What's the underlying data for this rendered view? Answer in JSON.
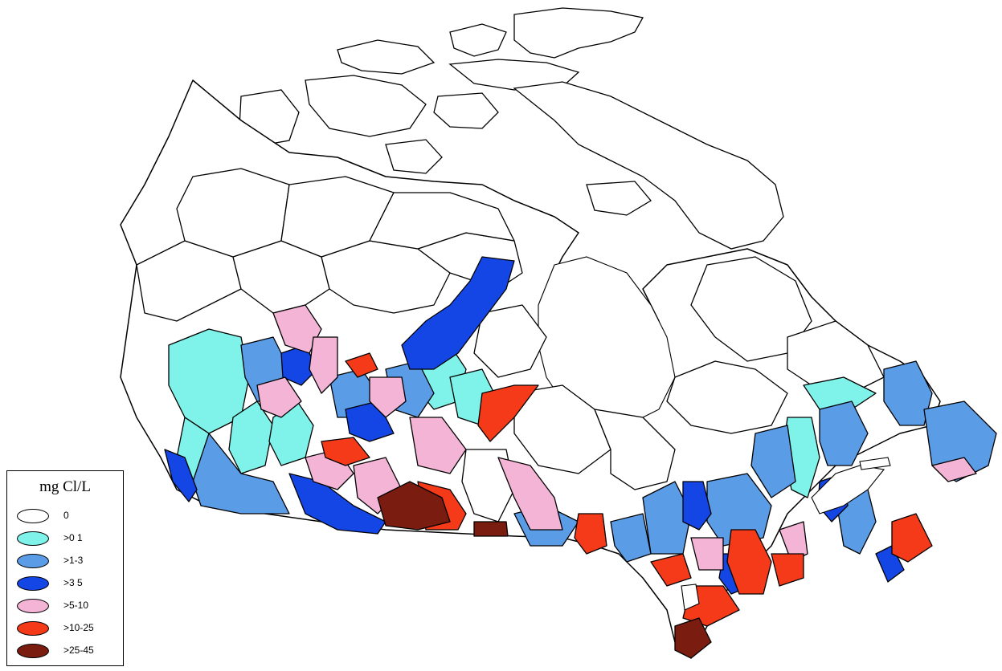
{
  "legend": {
    "title": "mg Cl/L",
    "items": [
      {
        "label": "0",
        "color": "#ffffff"
      },
      {
        "label": ">0 1",
        "color": "#7ff2ea"
      },
      {
        "label": ">1-3",
        "color": "#5a9ce6"
      },
      {
        "label": ">3 5",
        "color": "#1446e6"
      },
      {
        "label": ">5-10",
        "color": "#f4b4d6"
      },
      {
        "label": ">10-25",
        "color": "#f53a1a"
      },
      {
        "label": ">25-45",
        "color": "#7a1c10"
      }
    ]
  },
  "map": {
    "subject": "Canada drainage basins chloride concentration",
    "class_colors": {
      "c0": "#ffffff",
      "c1": "#7ff2ea",
      "c2": "#5a9ce6",
      "c3": "#1446e6",
      "c4": "#f4b4d6",
      "c5": "#f53a1a",
      "c6": "#7a1c10"
    }
  }
}
